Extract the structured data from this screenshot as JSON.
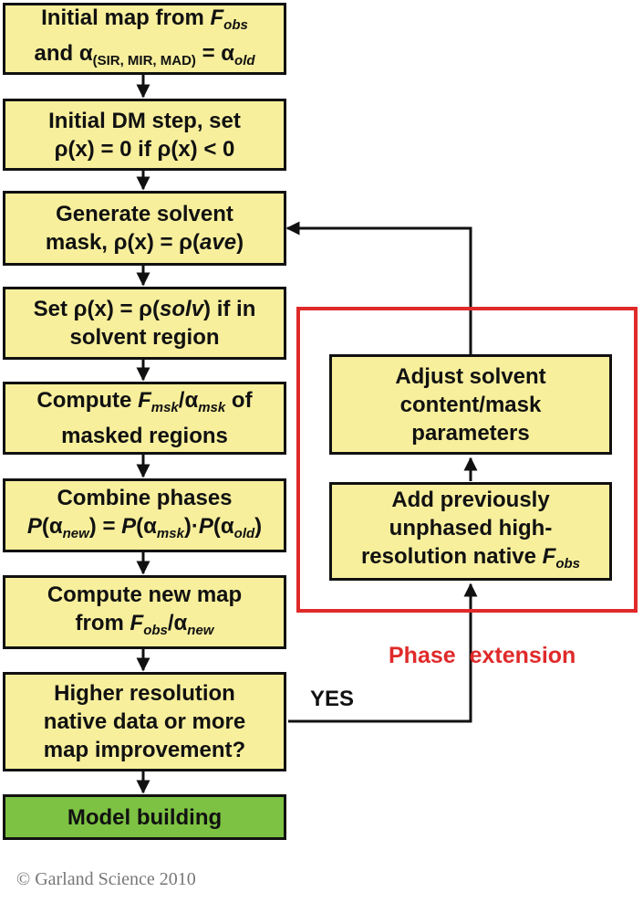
{
  "boxes": {
    "initial_map": {
      "line1": {
        "text": "Initial map from ",
        "f": "F",
        "f_sub": "obs"
      },
      "line2": {
        "text": "and ",
        "alpha1": "α",
        "alpha1_sub": "(SIR, MIR, MAD)",
        "eq": " = ",
        "alpha2": "α",
        "alpha2_sub": "old"
      }
    },
    "initial_dm": {
      "line1": "Initial DM step, set",
      "line2": "ρ(x) = 0 if ρ(x) < 0"
    },
    "generate_mask": {
      "line1": "Generate solvent",
      "line2": {
        "pre": "mask, ρ(x) = ρ(",
        "it": "ave",
        "post": ")"
      }
    },
    "set_solvent": {
      "line1": {
        "pre": "Set ρ(x) = ρ(",
        "it": "solv",
        "post": ") if in"
      },
      "line2": "solvent region"
    },
    "compute_fmsk": {
      "line1": {
        "pre": "Compute ",
        "f": "F",
        "f_sub": "msk",
        "slash": "/",
        "alpha": "α",
        "alpha_sub": "msk",
        "post": " of"
      },
      "line2": "masked regions"
    },
    "combine_phases": {
      "line1": "Combine phases",
      "line2": {
        "p1": "P",
        "a1": "(α",
        "a1_sub": "new",
        "a1_end": ") = ",
        "p2": "P",
        "a2": "(α",
        "a2_sub": "msk",
        "a2_end": ")·",
        "p3": "P",
        "a3": "(α",
        "a3_sub": "old",
        "a3_end": ")"
      }
    },
    "compute_new_map": {
      "line1": "Compute new map",
      "line2": {
        "pre": "from ",
        "f": "F",
        "f_sub": "obs",
        "slash": "/",
        "alpha": "α",
        "alpha_sub": "new"
      }
    },
    "higher_res": {
      "line1": "Higher resolution",
      "line2": "native data or more",
      "line3": "map improvement?"
    },
    "model_building": {
      "line1": "Model building"
    },
    "adjust_solvent": {
      "line1": "Adjust solvent",
      "line2": "content/mask",
      "line3": "parameters"
    },
    "add_previously": {
      "line1": "Add previously",
      "line2": "unphased high-",
      "line3": {
        "pre": "resolution native ",
        "f": "F",
        "f_sub": "obs"
      }
    }
  },
  "labels": {
    "yes": "YES",
    "phase_extension": "Phase extension",
    "copyright": "© Garland Science 2010"
  },
  "colors": {
    "box_fill": "#f7ef9c",
    "final_box_fill": "#7dc243",
    "border": "#111111",
    "phase_extension_red": "#e02a2a"
  }
}
